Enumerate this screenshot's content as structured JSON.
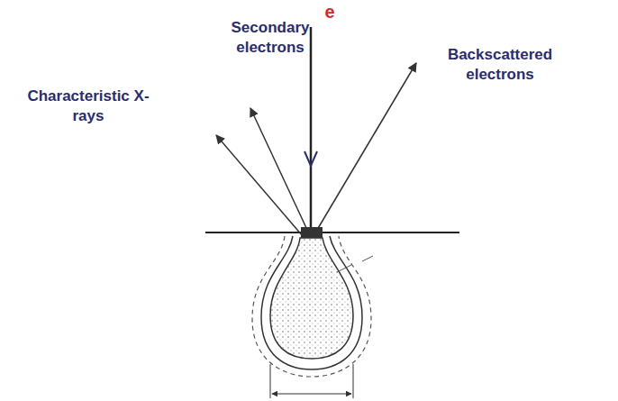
{
  "diagram": {
    "labels": [
      "e",
      "Secondary electrons",
      "Characteristic X-rays",
      "Backscattered electrons"
    ]
  }
}
